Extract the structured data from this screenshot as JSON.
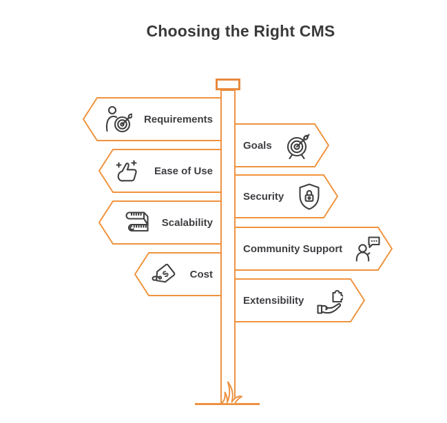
{
  "title": "Choosing the Right CMS",
  "colors": {
    "accent_orange": "#ED9140",
    "icon_gray": "#3F3F3F",
    "label_text": "#3E3E42",
    "title_text": "#3A3A3C",
    "background": "#FFFFFF"
  },
  "signs": {
    "left": [
      {
        "label": "Requirements",
        "icon": "person-target-icon"
      },
      {
        "label": "Ease of Use",
        "icon": "thumbs-up-sparkles-icon"
      },
      {
        "label": "Scalability",
        "icon": "measuring-tape-icon"
      },
      {
        "label": "Cost",
        "icon": "price-tag-icon"
      }
    ],
    "right": [
      {
        "label": "Goals",
        "icon": "dartboard-icon"
      },
      {
        "label": "Security",
        "icon": "shield-lock-icon"
      },
      {
        "label": "Community Support",
        "icon": "person-chat-icon"
      },
      {
        "label": "Extensibility",
        "icon": "hand-puzzle-icon"
      }
    ]
  },
  "icons": {
    "dollar_symbol": "$"
  }
}
